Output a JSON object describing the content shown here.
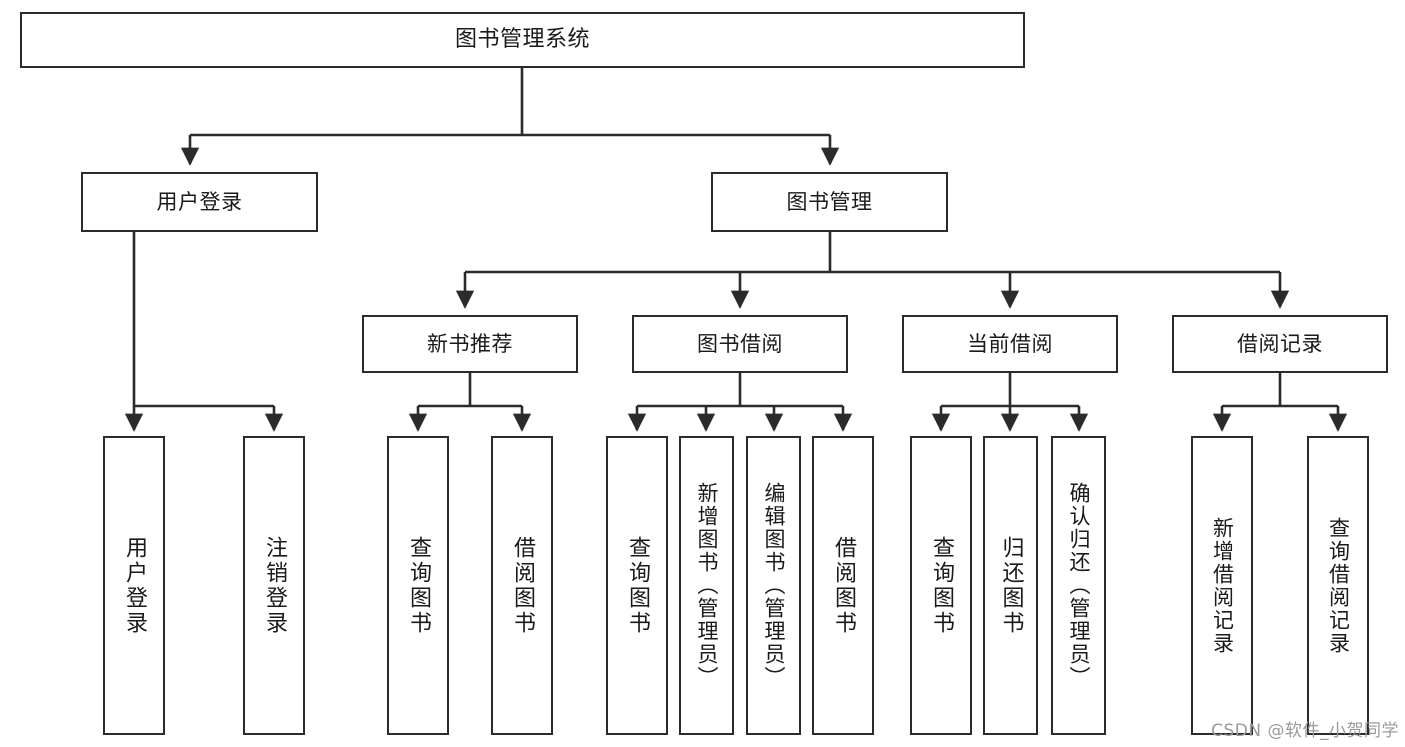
{
  "diagram": {
    "title": "图书管理系统",
    "type": "tree",
    "watermark": "CSDN @软件_小贺同学",
    "colors": {
      "box_border": "#2b2b2b",
      "box_fill": "#ffffff",
      "connector": "#2b2b2b",
      "text": "#1a1a1a",
      "watermark": "#9a9a9a"
    },
    "root": {
      "label": "图书管理系统"
    },
    "level2": [
      {
        "label": "用户登录"
      },
      {
        "label": "图书管理"
      }
    ],
    "level3": [
      {
        "label": "新书推荐"
      },
      {
        "label": "图书借阅"
      },
      {
        "label": "当前借阅"
      },
      {
        "label": "借阅记录"
      }
    ],
    "leaves": {
      "user_login": [
        {
          "label": "用户登录"
        },
        {
          "label": "注销登录"
        }
      ],
      "new_book_recommend": [
        {
          "label": "查询图书"
        },
        {
          "label": "借阅图书"
        }
      ],
      "book_borrow": [
        {
          "label": "查询图书"
        },
        {
          "label": "新增图书（管理员）"
        },
        {
          "label": "编辑图书（管理员）"
        },
        {
          "label": "借阅图书"
        }
      ],
      "current_borrow": [
        {
          "label": "查询图书"
        },
        {
          "label": "归还图书"
        },
        {
          "label": "确认归还（管理员）"
        }
      ],
      "borrow_record": [
        {
          "label": "新增借阅记录"
        },
        {
          "label": "查询借阅记录"
        }
      ]
    }
  }
}
